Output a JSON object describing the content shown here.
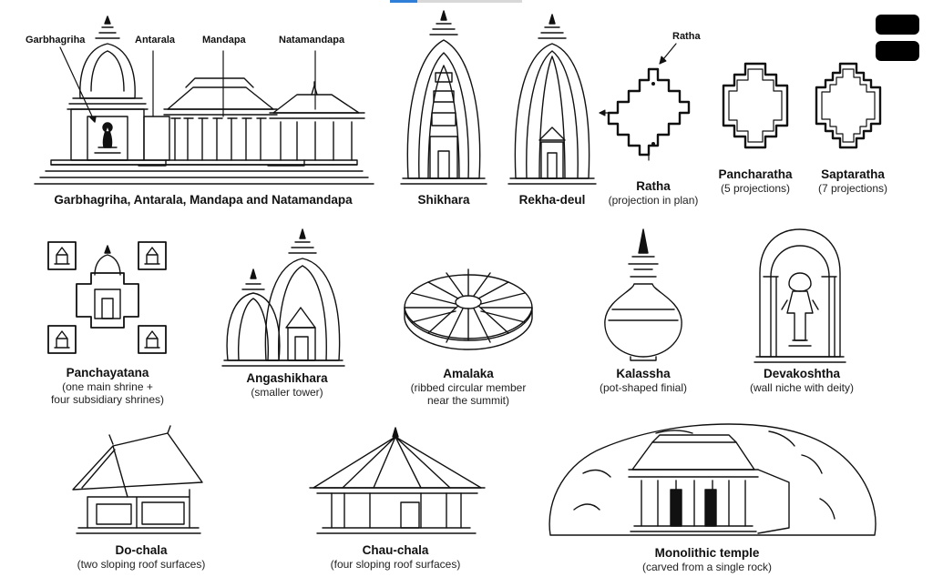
{
  "labels": {
    "garbhagriha": "Garbhagriha",
    "antarala": "Antarala",
    "mandapa": "Mandapa",
    "natamandapa": "Natamandapa",
    "ratha": "Ratha"
  },
  "captions": {
    "plan_title": "Garbhagriha, Antarala, Mandapa and Natamandapa",
    "shikhara": "Shikhara",
    "rekha": "Rekha-deul",
    "ratha_title": "Ratha",
    "ratha_sub": "(projection in plan)",
    "pancharatha_title": "Pancharatha",
    "pancharatha_sub": "(5 projections)",
    "saptaratha_title": "Saptaratha",
    "saptaratha_sub": "(7 projections)",
    "panchayatana_title": "Panchayatana",
    "panchayatana_sub1": "(one main shrine +",
    "panchayatana_sub2": "four subsidiary shrines)",
    "angashikhara_title": "Angashikhara",
    "angashikhara_sub": "(smaller tower)",
    "amalaka_title": "Amalaka",
    "amalaka_sub1": "(ribbed circular member",
    "amalaka_sub2": "near the summit)",
    "kalassha_title": "Kalassha",
    "kalassha_sub": "(pot-shaped finial)",
    "devakoshtha_title": "Devakoshtha",
    "devakoshtha_sub": "(wall niche with deity)",
    "dochala_title": "Do-chala",
    "dochala_sub": "(two sloping roof surfaces)",
    "chauchala_title": "Chau-chala",
    "chauchala_sub": "(four sloping roof surfaces)",
    "monolithic_title": "Monolithic temple",
    "monolithic_sub": "(carved from a single rock)"
  },
  "icons": {
    "menu_top": "menu-bar-icon",
    "menu_bottom": "menu-bar-icon"
  }
}
